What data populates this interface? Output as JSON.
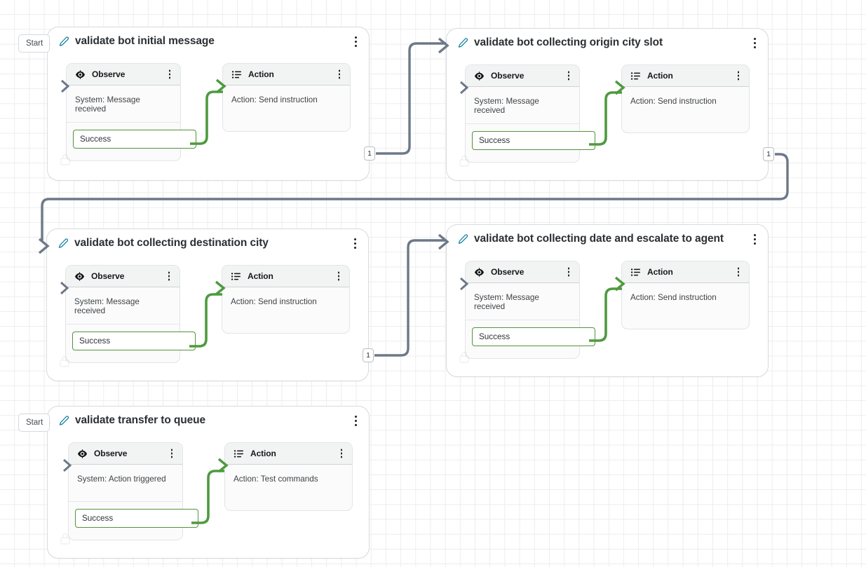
{
  "theme": {
    "edge_gray": "#6d7887",
    "edge_green": "#4e9a3f",
    "port_green": "#56913c",
    "pencil_blue": "#0b7f9e",
    "title_color": "#2b2f33",
    "canvas_bg": "#ffffff",
    "grid_line": "#ededf0"
  },
  "canvas": {
    "start_badges": [
      {
        "label": "Start"
      },
      {
        "label": "Start"
      }
    ],
    "edge_badges": [
      {
        "label": "1"
      },
      {
        "label": "1"
      },
      {
        "label": "1"
      }
    ]
  },
  "nodes": [
    {
      "title": "validate bot initial message",
      "edit_icon": "pencil-icon",
      "menu_icon": "kebab-menu-icon",
      "blocks": [
        {
          "title": "Observe",
          "icon": "eye-icon",
          "body": "System: Message received",
          "port": "Success"
        },
        {
          "title": "Action",
          "icon": "list-icon",
          "body": "Action: Send instruction"
        }
      ]
    },
    {
      "title": "validate bot collecting origin city slot",
      "edit_icon": "pencil-icon",
      "menu_icon": "kebab-menu-icon",
      "blocks": [
        {
          "title": "Observe",
          "icon": "eye-icon",
          "body": "System: Message received",
          "port": "Success"
        },
        {
          "title": "Action",
          "icon": "list-icon",
          "body": "Action: Send instruction"
        }
      ]
    },
    {
      "title": "validate bot collecting destination city",
      "edit_icon": "pencil-icon",
      "menu_icon": "kebab-menu-icon",
      "blocks": [
        {
          "title": "Observe",
          "icon": "eye-icon",
          "body": "System: Message received",
          "port": "Success"
        },
        {
          "title": "Action",
          "icon": "list-icon",
          "body": "Action: Send instruction"
        }
      ]
    },
    {
      "title": "validate bot collecting date and escalate to agent",
      "edit_icon": "pencil-icon",
      "menu_icon": "kebab-menu-icon",
      "blocks": [
        {
          "title": "Observe",
          "icon": "eye-icon",
          "body": "System: Message received",
          "port": "Success"
        },
        {
          "title": "Action",
          "icon": "list-icon",
          "body": "Action: Send instruction"
        }
      ]
    },
    {
      "title": "validate transfer to queue",
      "edit_icon": "pencil-icon",
      "menu_icon": "kebab-menu-icon",
      "blocks": [
        {
          "title": "Observe",
          "icon": "eye-icon",
          "body": "System: Action triggered",
          "port": "Success"
        },
        {
          "title": "Action",
          "icon": "list-icon",
          "body": "Action: Test commands"
        }
      ]
    }
  ]
}
